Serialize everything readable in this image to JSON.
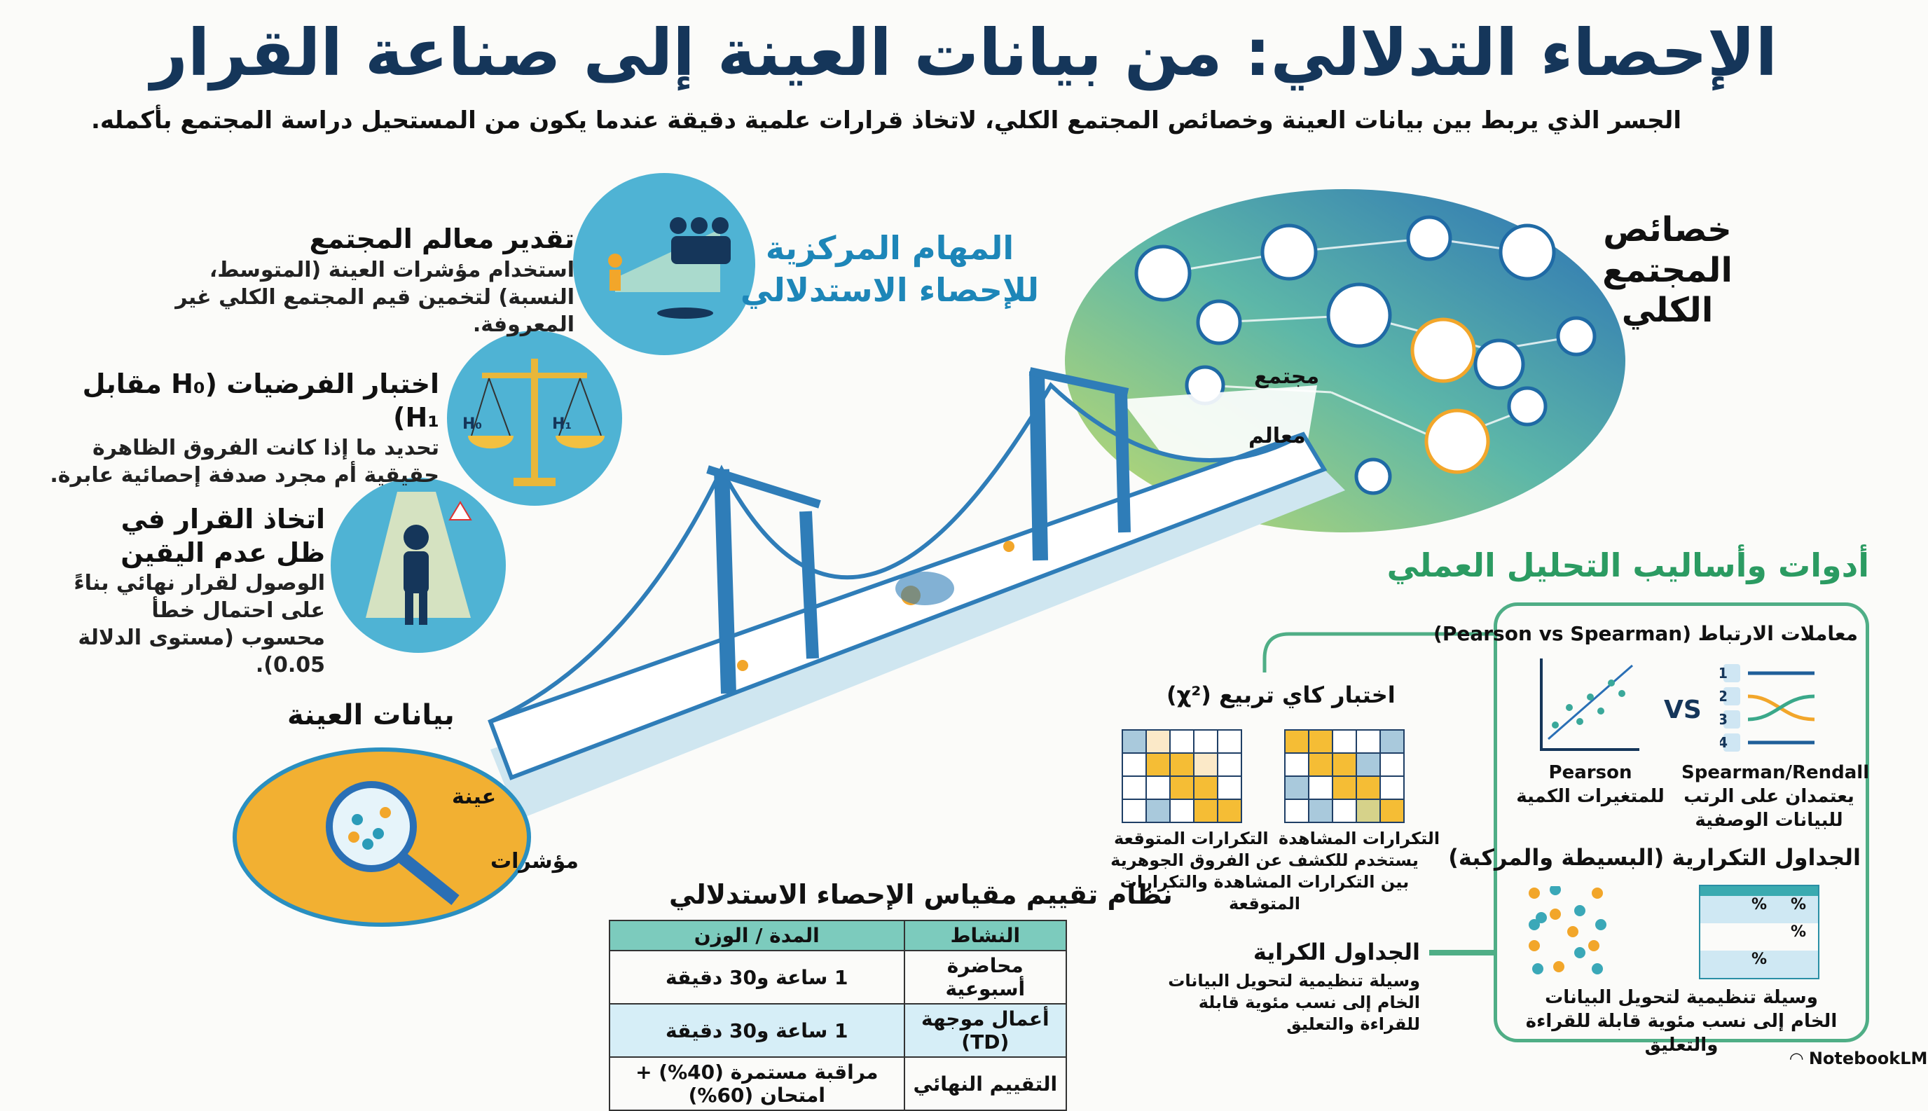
{
  "title": "الإحصاء التدلالي: من بيانات العينة إلى صناعة القرار",
  "subtitle": "الجسر الذي يربط بين بيانات العينة وخصائص المجتمع الكلي، لاتخاذ قرارات علمية دقيقة عندما يكون من المستحيل دراسة المجتمع بأكمله.",
  "tasks": [
    {
      "title": "تقدير معالم المجتمع",
      "text": "استخدام مؤشرات العينة (المتوسط، النسبة) لتخمين قيم المجتمع الكلي غير المعروفة."
    },
    {
      "title": "اختبار الفرضيات (H₀ مقابل H₁)",
      "text": "تحديد ما إذا كانت الفروق الظاهرة حقيقية أم مجرد صدفة إحصائية عابرة."
    },
    {
      "title": "اتخاذ القرار في ظل عدم اليقين",
      "text": "الوصول لقرار نهائي بناءً على احتمال خطأ محسوب (مستوى الدلالة 0.05)."
    }
  ],
  "scale_labels": {
    "h0": "H₀",
    "h1": "H₁"
  },
  "center_heading": "المهام المركزية للإحصاء الاستدلالي",
  "population": {
    "heading": "خصائص المجتمع الكلي",
    "label_population": "مجتمع",
    "label_parameters": "معالم"
  },
  "sample": {
    "heading": "بيانات العينة",
    "label_sample": "عينة",
    "label_indicators": "مؤشرات"
  },
  "tools": {
    "heading": "أدوات وأساليب التحليل العملي",
    "correlation": {
      "title": "معاملات الارتباط (Pearson vs Spearman)",
      "vs": "VS",
      "pearson": "Pearson",
      "pearson_desc": "للمتغيرات الكمية",
      "spearman": "Spearman/Rendall",
      "spearman_desc": "يعتمدان على الرتب للبيانات الوصفية",
      "ranks": [
        "1",
        "2",
        "3",
        "4"
      ]
    },
    "chi": {
      "title": "اختبار كاي تربيع (χ²)",
      "observed": "التكرارات المشاهدة",
      "expected": "التكرارات المتوقعة",
      "desc": "يستخدم للكشف عن الفروق الجوهرية بين التكرارات المشاهدة والتكرارات المتوقعة"
    },
    "freq": {
      "title": "الجداول التكرارية (البسيطة والمركبة)",
      "desc": "وسيلة تنظيمية لتحويل البيانات الخام إلى نسب مئوية قابلة للقراءة والتعليق",
      "percent": "%"
    },
    "cross": {
      "title": "الجداول الكراية",
      "desc": "وسيلة تنظيمية لتحويل البيانات الخام إلى نسب مئوية قابلة للقراءة والتعليق"
    }
  },
  "grading": {
    "title": "نظام تقييم مقياس الإحصاء الاستدلالي",
    "headers": [
      "النشاط",
      "المدة / الوزن"
    ],
    "rows": [
      [
        "محاضرة أسبوعية",
        "1 ساعة و30 دقيقة"
      ],
      [
        "أعمال موجهة (TD)",
        "1 ساعة و30 دقيقة"
      ],
      [
        "التقييم النهائي",
        "مراقبة مستمرة (40%) + امتحان (60%)"
      ]
    ]
  },
  "brand": "NotebookLM",
  "colors": {
    "navy": "#15365a",
    "blue": "#1d86b8",
    "teal": "#4fb3d4",
    "green": "#2b9b62",
    "orange": "#f2a62a"
  }
}
